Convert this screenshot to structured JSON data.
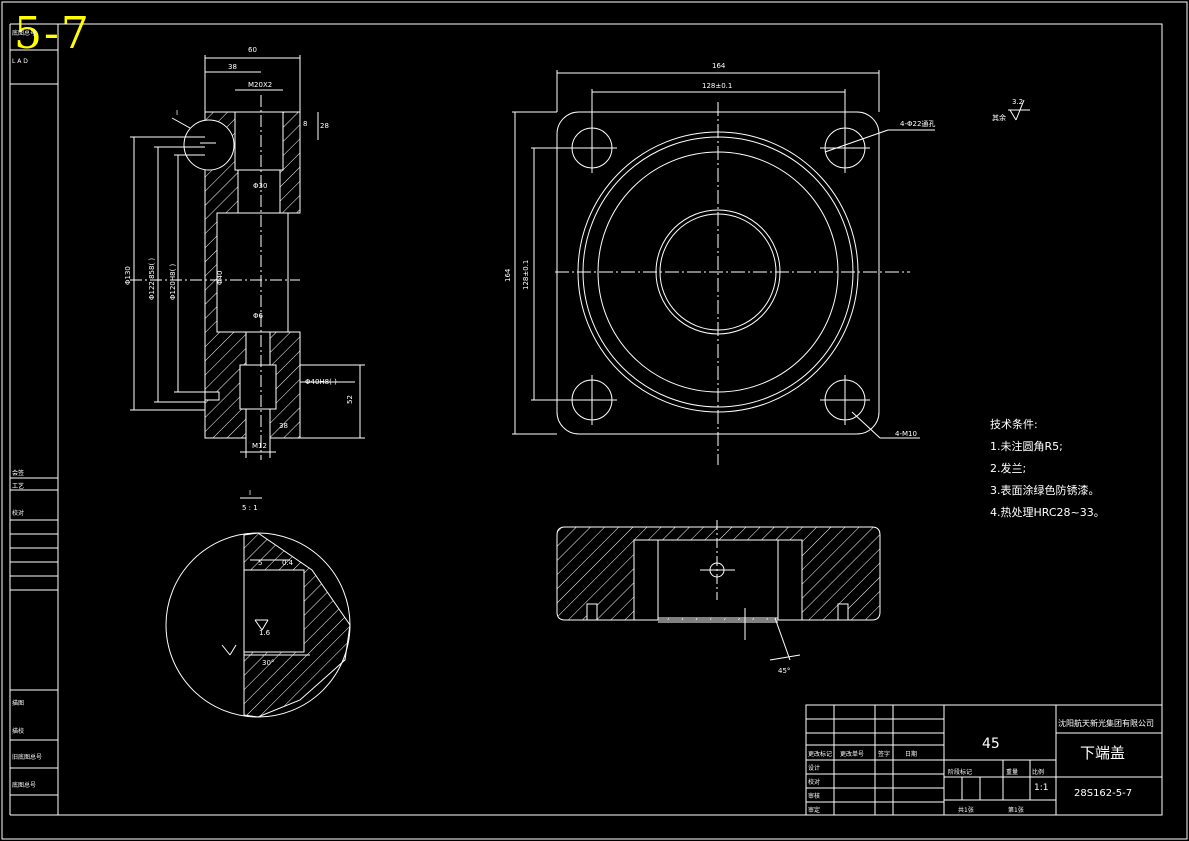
{
  "sheet_number": "5-7",
  "colors": {
    "line": "#ffffff",
    "sheet_number": "#ffff00",
    "background": "#000000"
  },
  "left_strip": {
    "top_code": "底图总号",
    "top_code2": "L A D",
    "labels": [
      "会签",
      "工艺",
      "校对",
      "描图",
      "描校",
      "旧底图总号",
      "底图总号"
    ]
  },
  "dimensions": {
    "side_width": "60",
    "side_38": "38",
    "side_thread_top": "M20X2",
    "side_r": "8",
    "side_28": "28",
    "side_phi30": "Φ30",
    "side_phi130": "Φ130",
    "side_phi122": "Φ122.858(    )",
    "side_phi120": "Φ120H8(    )",
    "side_phi40": "Φ40",
    "side_phi6": "Φ6",
    "side_phi40h8": "Φ40H8(    )",
    "side_m12": "M12",
    "side_bottom": "38",
    "side_right_52": "52",
    "detail_i": "I",
    "detail_scale": "5 : 1",
    "plan_width": "164",
    "plan_128": "128±0.1",
    "plan_height": "164",
    "plan_128v": "128±0.1",
    "plan_holes": "4-Φ22通孔",
    "plan_m10": "4-M10",
    "plan_roughness": "3.2",
    "plan_other": "其余",
    "section_angle": "45°",
    "detail_dim_a": "5",
    "detail_dim_b": "0.4",
    "detail_dim_c": "1.6",
    "detail_dim_d": "30°"
  },
  "technical_requirements": {
    "title": "技术条件:",
    "items": [
      "1.未注圆角R5;",
      "2.发兰;",
      "3.表面涂绿色防锈漆。",
      "4.热处理HRC28~33。"
    ]
  },
  "title_block": {
    "material": "45",
    "company": "沈阳航天新光集团有限公司",
    "part_name": "下端盖",
    "drawing_no": "28S162-5-7",
    "scale": "1:1",
    "headers": [
      "更改标记",
      "更改单号",
      "签字",
      "日期"
    ],
    "rows": [
      "设计",
      "校对",
      "审核",
      "审定"
    ],
    "stage": "阶段标记",
    "weight": "重量",
    "scale_label": "比例",
    "total": "共1张",
    "sheet": "第1张"
  }
}
